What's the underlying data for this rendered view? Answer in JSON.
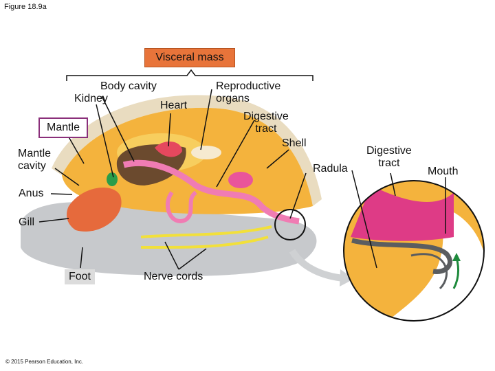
{
  "figure_title": "Figure 18.9a",
  "copyright": "© 2015 Pearson Education, Inc.",
  "labels": {
    "visceral_mass": "Visceral mass",
    "body_cavity": "Body cavity",
    "kidney": "Kidney",
    "heart": "Heart",
    "reproductive_organs": "Reproductive\norgans",
    "digestive_tract": "Digestive\ntract",
    "shell": "Shell",
    "mantle": "Mantle",
    "mantle_cavity": "Mantle\ncavity",
    "anus": "Anus",
    "gill": "Gill",
    "foot": "Foot",
    "nerve_cords": "Nerve cords",
    "radula": "Radula",
    "digestive_tract_inset": "Digestive\ntract",
    "mouth": "Mouth"
  },
  "colors": {
    "visceral_box": "#e8743a",
    "mantle_border": "#8a2f7a",
    "body_orange": "#f4b33d",
    "shell": "#e9dcc0",
    "foot": "#c7c9cc",
    "digestive_pink": "#e0418f",
    "nerve_yellow": "#f2e03a",
    "gill_orange": "#e66a3c",
    "radula_gray": "#5a5d60"
  }
}
